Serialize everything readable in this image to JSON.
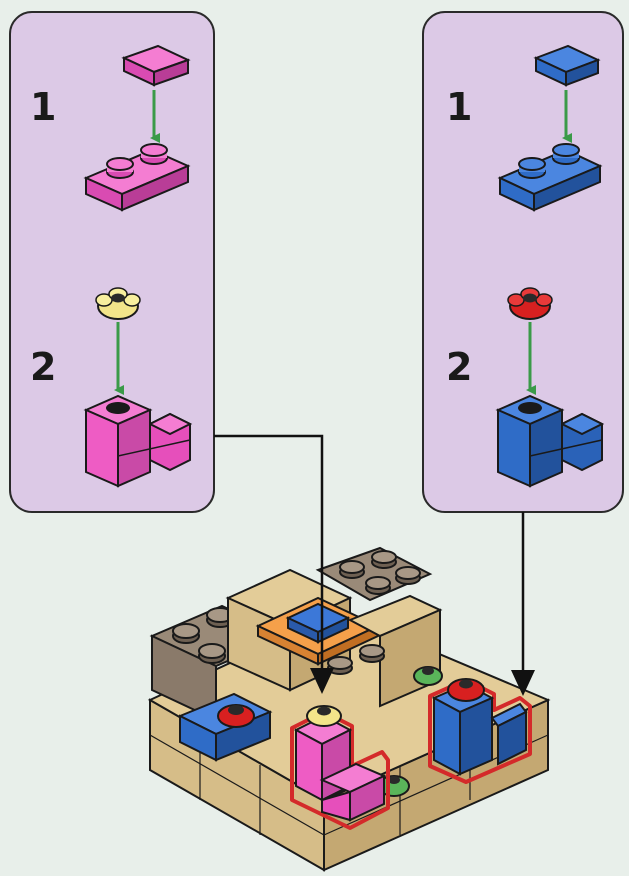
{
  "colors": {
    "background": "#e8efea",
    "panel_fill": "#dcc9e6",
    "panel_stroke": "#2a2a2a",
    "arrow_green": "#3a9a48",
    "arrow_black": "#111111",
    "pink": "#ee5cc4",
    "blue": "#2f6cc7",
    "tan": "#d9c08c",
    "dark_tan": "#8a7a6a",
    "orange": "#f5a04a",
    "red": "#d82020",
    "yellow": "#f3e58a",
    "green": "#5ab55a",
    "highlight": "#d42a2a"
  },
  "panels": [
    {
      "side": "left",
      "color": "pink",
      "steps": [
        {
          "number": "1",
          "part_top": "pink-tile-1x1",
          "part_bottom": "pink-plate-1x2"
        },
        {
          "number": "2",
          "part_top": "yellow-flower",
          "part_bottom": "pink-brick-1x2-with-step"
        }
      ]
    },
    {
      "side": "right",
      "color": "blue",
      "steps": [
        {
          "number": "1",
          "part_top": "blue-tile-1x1",
          "part_bottom": "blue-plate-1x2"
        },
        {
          "number": "2",
          "part_top": "red-flower",
          "part_bottom": "blue-brick-1x2-with-step"
        }
      ]
    }
  ],
  "model": {
    "name": "base-assembly",
    "callouts": [
      "pink-seat",
      "blue-seat"
    ]
  }
}
